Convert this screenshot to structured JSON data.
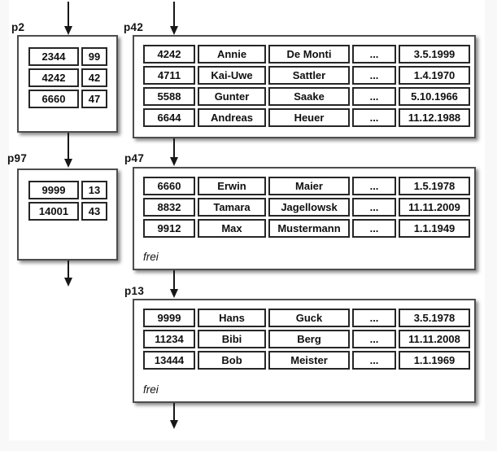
{
  "colors": {
    "box_border": "#4d4d4d",
    "cell_border": "#262626",
    "text": "#101010",
    "frame_background": "#f8f8f9",
    "canvas_background": "#ffffff"
  },
  "pages": {
    "p2": {
      "label": "p2",
      "rows": [
        [
          "2344",
          "99"
        ],
        [
          "4242",
          "42"
        ],
        [
          "6660",
          "47"
        ]
      ]
    },
    "p42": {
      "label": "p42",
      "rows": [
        [
          "4242",
          "Annie",
          "De Monti",
          "...",
          "3.5.1999"
        ],
        [
          "4711",
          "Kai-Uwe",
          "Sattler",
          "...",
          "1.4.1970"
        ],
        [
          "5588",
          "Gunter",
          "Saake",
          "...",
          "5.10.1966"
        ],
        [
          "6644",
          "Andreas",
          "Heuer",
          "...",
          "11.12.1988"
        ]
      ]
    },
    "p97": {
      "label": "p97",
      "rows": [
        [
          "9999",
          "13"
        ],
        [
          "14001",
          "43"
        ]
      ]
    },
    "p47": {
      "label": "p47",
      "free_label": "frei",
      "rows": [
        [
          "6660",
          "Erwin",
          "Maier",
          "...",
          "1.5.1978"
        ],
        [
          "8832",
          "Tamara",
          "Jagellowsk",
          "...",
          "11.11.2009"
        ],
        [
          "9912",
          "Max",
          "Mustermann",
          "...",
          "1.1.1949"
        ]
      ]
    },
    "p13": {
      "label": "p13",
      "free_label": "frei",
      "rows": [
        [
          "9999",
          "Hans",
          "Guck",
          "...",
          "3.5.1978"
        ],
        [
          "11234",
          "Bibi",
          "Berg",
          "...",
          "11.11.2008"
        ],
        [
          "13444",
          "Bob",
          "Meister",
          "...",
          "1.1.1969"
        ]
      ]
    }
  }
}
